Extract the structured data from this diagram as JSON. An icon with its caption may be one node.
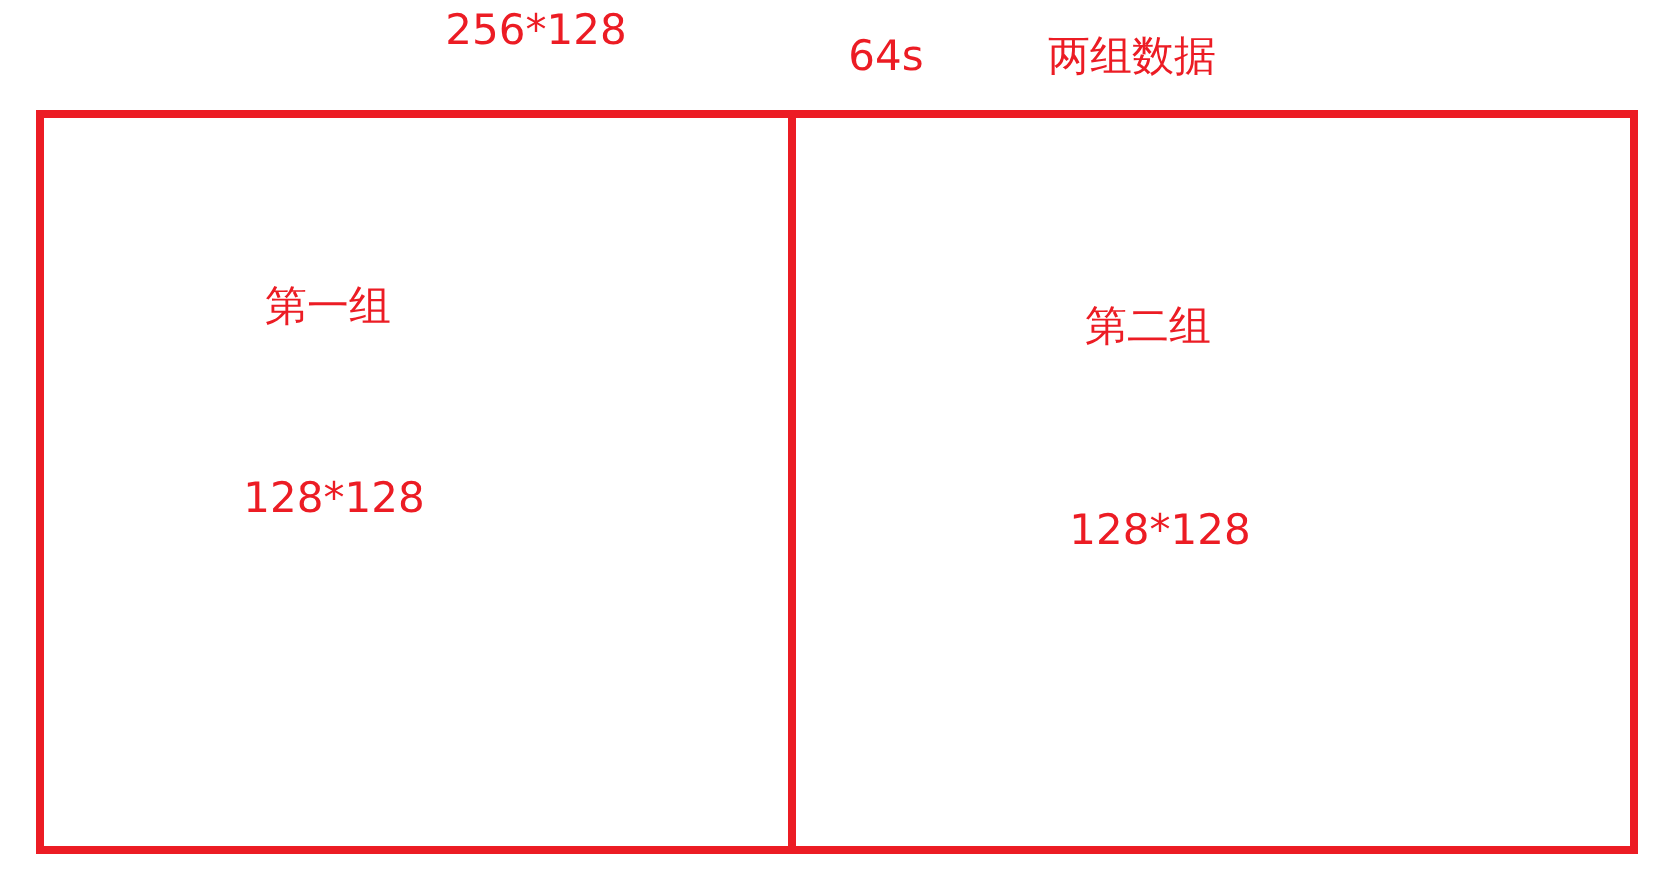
{
  "diagram": {
    "nodes": [
      {
        "text": [
          "第一组",
          "128*128"
        ]
      },
      {
        "text": [
          "第二组",
          "128*128"
        ]
      }
    ],
    "labels": [
      "256*128",
      "64s",
      "两组数据"
    ]
  }
}
